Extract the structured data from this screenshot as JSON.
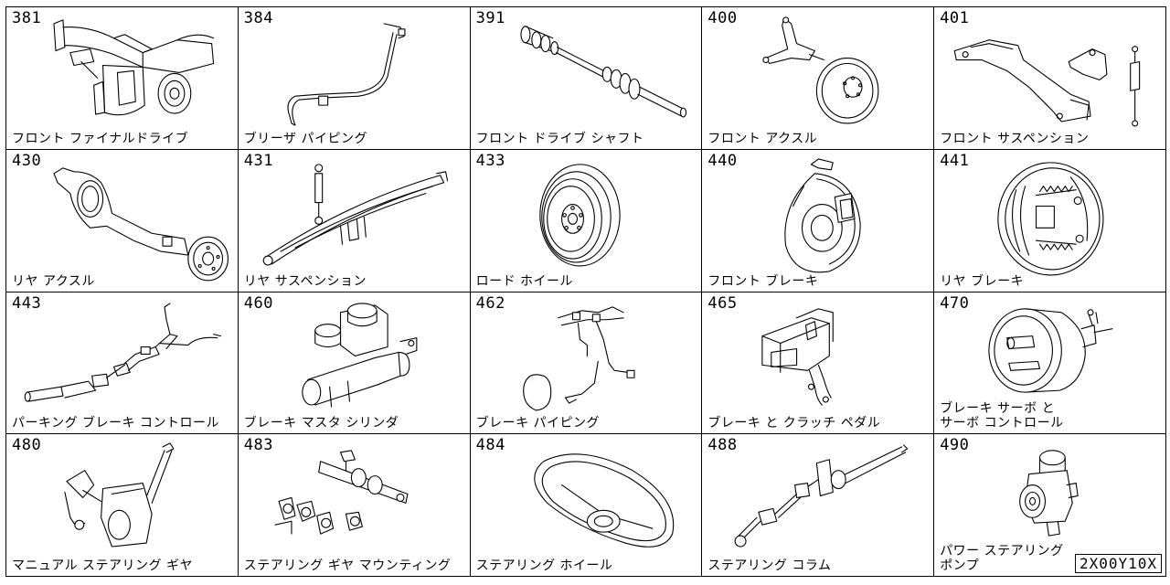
{
  "catalog_code": "2X00Y10X",
  "cells": [
    {
      "code": "381",
      "label": "フロント ファイナルドライブ",
      "icon": "final-drive-icon"
    },
    {
      "code": "384",
      "label": "ブリーザ パイピング",
      "icon": "breather-piping-icon"
    },
    {
      "code": "391",
      "label": "フロント ドライブ シャフト",
      "icon": "drive-shaft-icon"
    },
    {
      "code": "400",
      "label": "フロント アクスル",
      "icon": "front-axle-icon"
    },
    {
      "code": "401",
      "label": "フロント サスペンション",
      "icon": "front-suspension-icon"
    },
    {
      "code": "430",
      "label": "リヤ アクスル",
      "icon": "rear-axle-icon"
    },
    {
      "code": "431",
      "label": "リヤ サスペンション",
      "icon": "rear-suspension-icon"
    },
    {
      "code": "433",
      "label": "ロード ホイール",
      "icon": "road-wheel-icon"
    },
    {
      "code": "440",
      "label": "フロント ブレーキ",
      "icon": "front-brake-icon"
    },
    {
      "code": "441",
      "label": "リヤ ブレーキ",
      "icon": "rear-brake-icon"
    },
    {
      "code": "443",
      "label": "パーキング ブレーキ コントロール",
      "icon": "parking-brake-icon"
    },
    {
      "code": "460",
      "label": "ブレーキ マスタ シリンダ",
      "icon": "master-cylinder-icon"
    },
    {
      "code": "462",
      "label": "ブレーキ パイピング",
      "icon": "brake-piping-icon"
    },
    {
      "code": "465",
      "label": "ブレーキ と クラッチ ペダル",
      "icon": "pedal-icon"
    },
    {
      "code": "470",
      "label": "ブレーキ サーボ と\nサーボ コントロール",
      "icon": "brake-servo-icon"
    },
    {
      "code": "480",
      "label": "マニュアル ステアリング ギヤ",
      "icon": "steering-gear-icon"
    },
    {
      "code": "483",
      "label": "ステアリング ギヤ マウンティング",
      "icon": "steering-mount-icon"
    },
    {
      "code": "484",
      "label": "ステアリング ホイール",
      "icon": "steering-wheel-icon"
    },
    {
      "code": "488",
      "label": "ステアリング コラム",
      "icon": "steering-column-icon"
    },
    {
      "code": "490",
      "label": "パワー ステアリング\nポンプ",
      "icon": "power-steering-pump-icon"
    }
  ]
}
